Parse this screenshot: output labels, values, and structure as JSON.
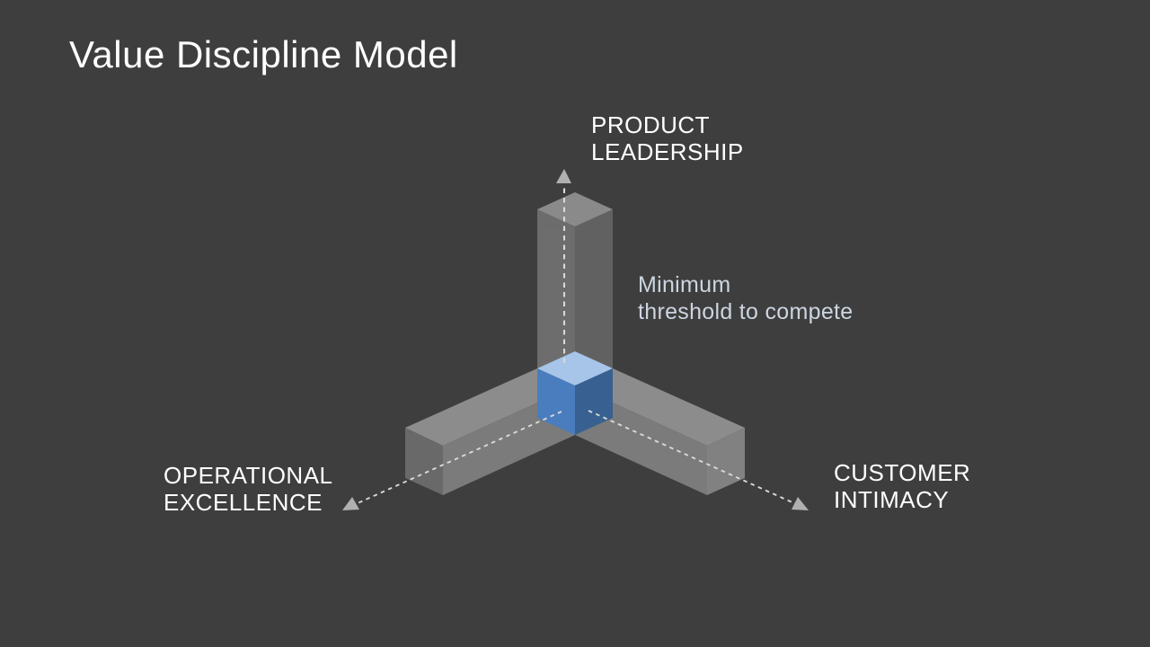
{
  "slide": {
    "title": "Value Discipline Model"
  },
  "diagram": {
    "type": "3d-axis-model",
    "axes": [
      {
        "id": "product-leadership",
        "direction": "up",
        "label_line1": "PRODUCT",
        "label_line2": "LEADERSHIP"
      },
      {
        "id": "operational-excellence",
        "direction": "lower-left",
        "label_line1": "OPERATIONAL",
        "label_line2": "EXCELLENCE"
      },
      {
        "id": "customer-intimacy",
        "direction": "lower-right",
        "label_line1": "CUSTOMER",
        "label_line2": "INTIMACY"
      }
    ],
    "annotation": {
      "line1": "Minimum",
      "line2": "threshold to compete",
      "refers_to": "center-cube"
    }
  },
  "theme": {
    "bg-color": "#3e3e3e",
    "text-color": "#ffffff",
    "annotation-color": "#ccd5e0",
    "dash-color": "#d9d9d9",
    "arrow-color": "#b0b0b0",
    "bar-top": "#8c8c8c",
    "bar-front": "#7b7b7b",
    "bar-cap-left": "#696969",
    "bar-cap-right": "#818181",
    "col-top": "#a8a8a8",
    "col-left": "#7f7f7f",
    "col-right": "#6f6f6f",
    "cube-top": "#a6c5e8",
    "cube-left": "#4a7dbe",
    "cube-right": "#386090"
  }
}
